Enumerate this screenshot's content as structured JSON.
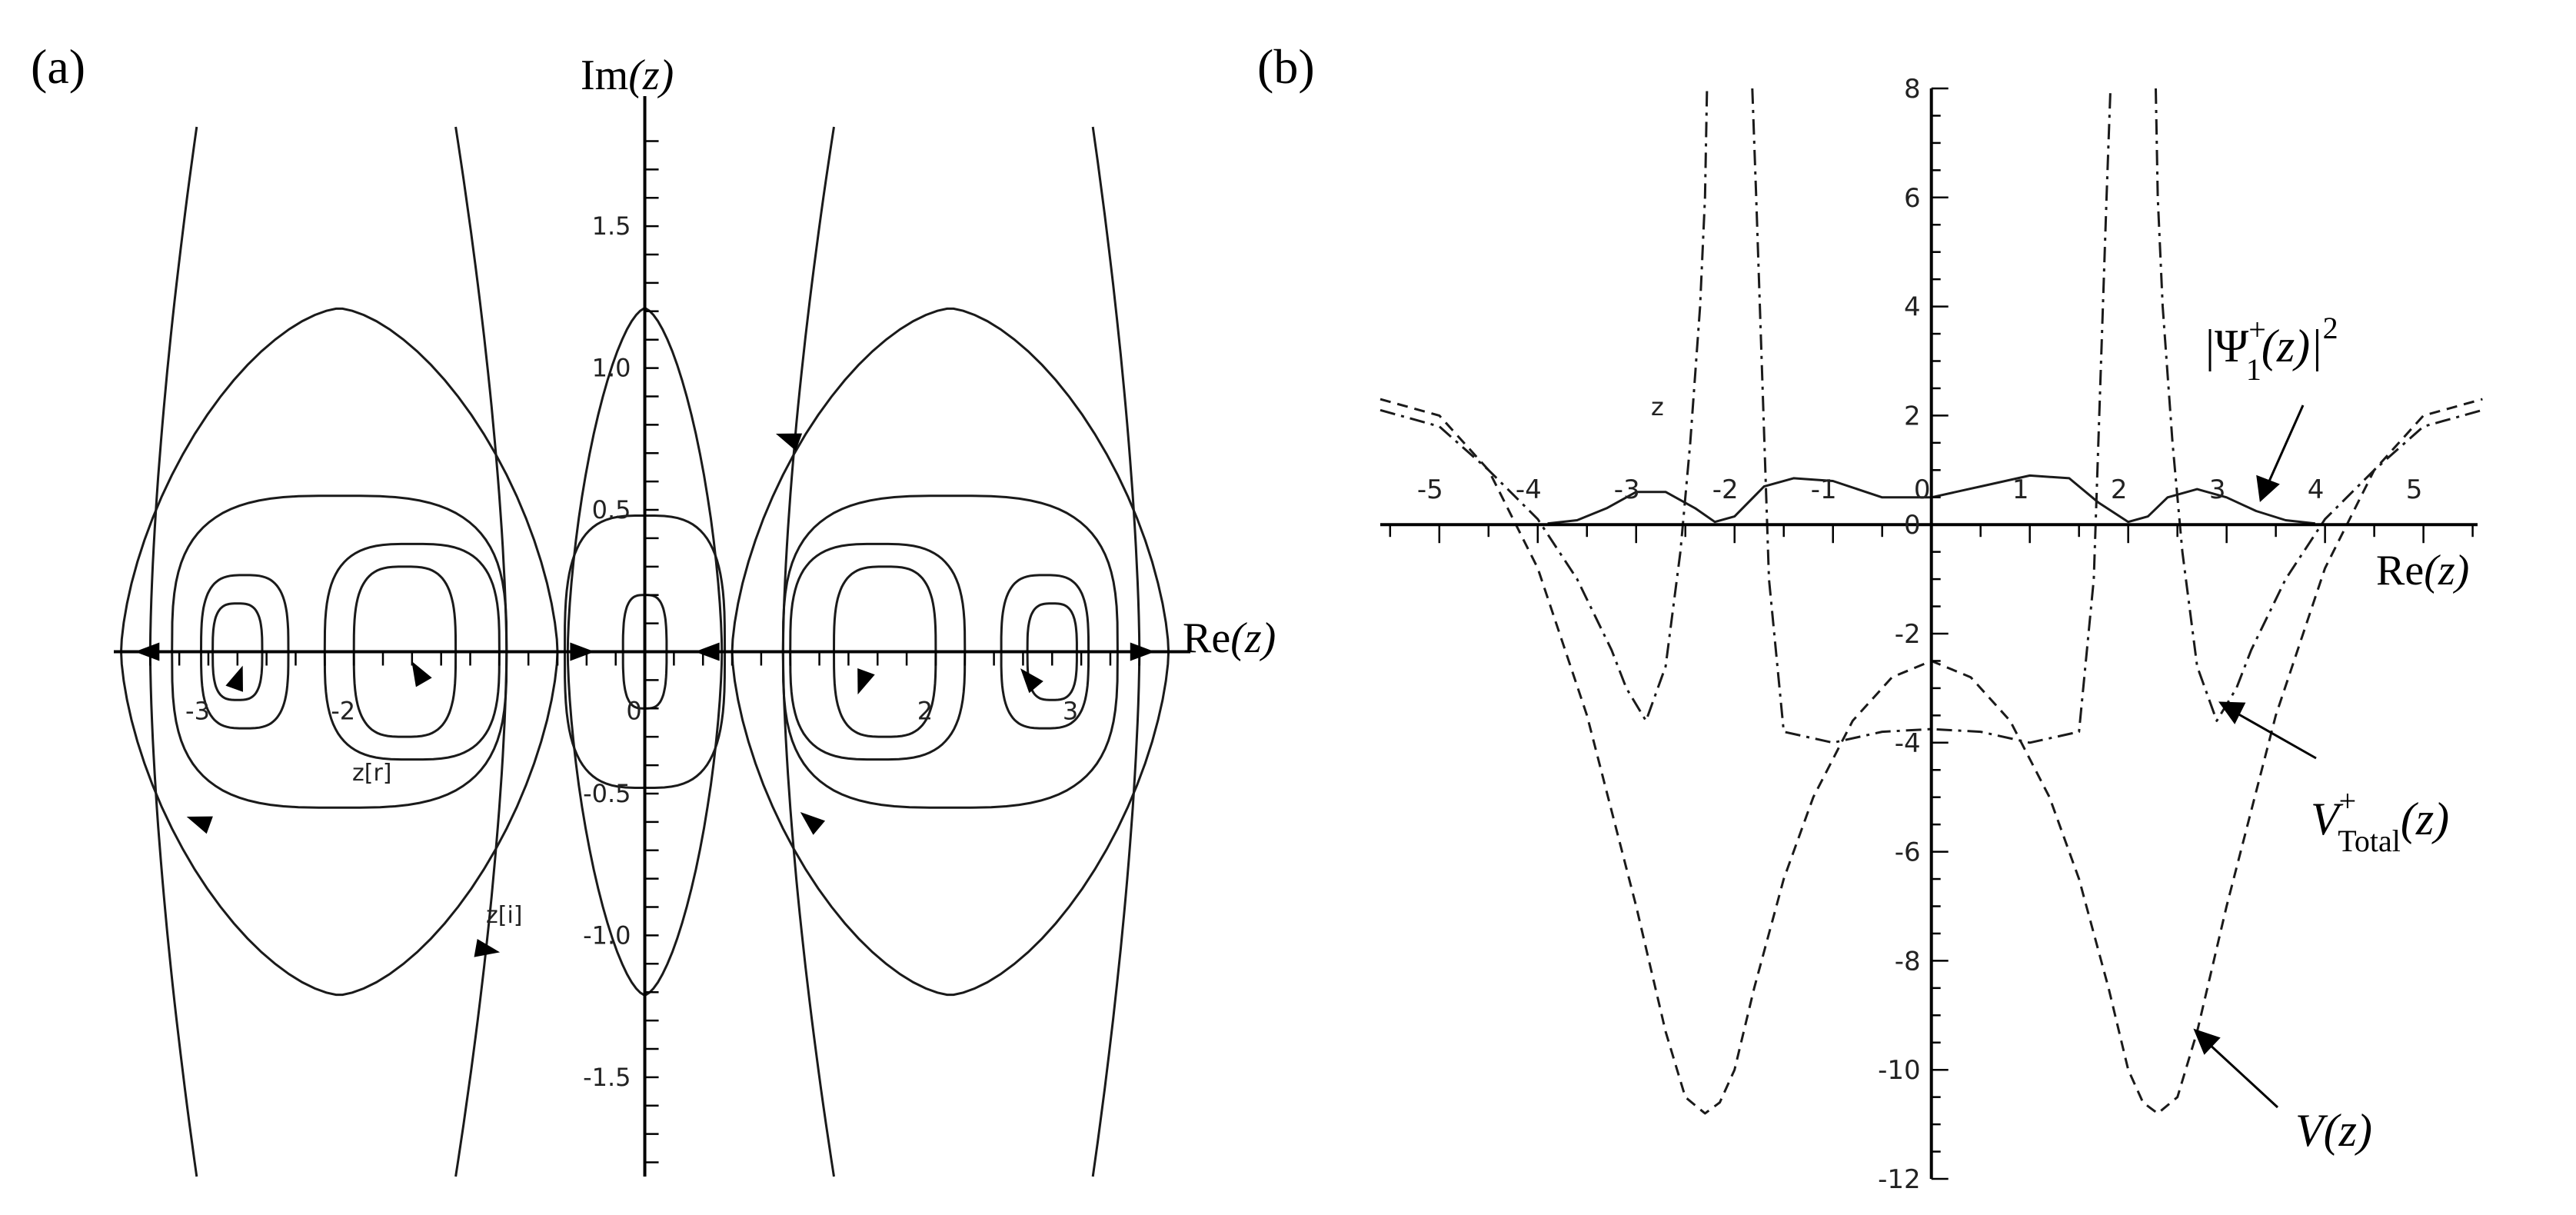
{
  "chart_data": [
    {
      "panel": "(a)",
      "type": "line",
      "xlabel_main": "Re",
      "xlabel_arg": "(z)",
      "ylabel_main": "Im",
      "ylabel_arg": "(z)",
      "xlim": [
        -3.65,
        3.75
      ],
      "ylim": [
        -1.85,
        1.85
      ],
      "x_ticks": [
        "-3",
        "-2",
        "0",
        "2",
        "3"
      ],
      "x_tick_values": [
        -3,
        -2,
        0,
        2,
        3
      ],
      "y_ticks": [
        "1.5",
        "1.0",
        "0.5",
        "-0.5",
        "-1.0",
        "-1.5"
      ],
      "y_tick_values": [
        1.5,
        1.0,
        0.5,
        -0.5,
        -1.0,
        -1.5
      ],
      "annotations": [
        "z[r]",
        "z[i]"
      ],
      "series": [
        {
          "kind": "closed",
          "cx": 0,
          "hw": 0.15,
          "hh": 0.2
        },
        {
          "kind": "closed",
          "cx": 0,
          "hw": 0.55,
          "hh": 0.48
        },
        {
          "kind": "lens",
          "cx": 0,
          "hw": 0.53,
          "hh": 1.21
        },
        {
          "kind": "closed",
          "cx": -2.8,
          "hw": 0.17,
          "hh": 0.17
        },
        {
          "kind": "closed",
          "cx": -2.75,
          "hw": 0.3,
          "hh": 0.27
        },
        {
          "kind": "closed",
          "cx": -1.65,
          "hw": 0.35,
          "hh": 0.3
        },
        {
          "kind": "closed",
          "cx": -1.6,
          "hw": 0.6,
          "hh": 0.38
        },
        {
          "kind": "closed",
          "cx": -2.1,
          "hw": 1.15,
          "hh": 0.55
        },
        {
          "kind": "lens",
          "cx": -2.1,
          "hw": 1.5,
          "hh": 1.21
        },
        {
          "kind": "closed",
          "cx": 2.8,
          "hw": 0.17,
          "hh": 0.17
        },
        {
          "kind": "closed",
          "cx": 2.75,
          "hw": 0.3,
          "hh": 0.27
        },
        {
          "kind": "closed",
          "cx": 1.65,
          "hw": 0.35,
          "hh": 0.3
        },
        {
          "kind": "closed",
          "cx": 1.6,
          "hw": 0.6,
          "hh": 0.38
        },
        {
          "kind": "closed",
          "cx": 2.1,
          "hw": 1.15,
          "hh": 0.55
        },
        {
          "kind": "lens",
          "cx": 2.1,
          "hw": 1.5,
          "hh": 1.21
        },
        {
          "kind": "open",
          "x_at_0": -3.4,
          "x_at_edge": -3.08
        },
        {
          "kind": "open",
          "x_at_0": -0.95,
          "x_at_edge": -1.3
        },
        {
          "kind": "open",
          "x_at_0": 0.95,
          "x_at_edge": 1.3
        },
        {
          "kind": "open",
          "x_at_0": 3.4,
          "x_at_edge": 3.08
        }
      ]
    },
    {
      "panel": "(b)",
      "type": "line",
      "xlabel_main": "Re",
      "xlabel_arg": "(z)",
      "z_tick_label": "z",
      "xlim": [
        -5.6,
        5.55
      ],
      "ylim": [
        -12,
        8
      ],
      "x_ticks": [
        "-5",
        "-4",
        "-3",
        "-2",
        "-1",
        "0",
        "1",
        "2",
        "3",
        "4",
        "5"
      ],
      "x_tick_values": [
        -5,
        -4,
        -3,
        -2,
        -1,
        0,
        1,
        2,
        3,
        4,
        5
      ],
      "y_ticks": [
        "8",
        "6",
        "4",
        "2",
        "0",
        "-2",
        "-4",
        "-6",
        "-8",
        "-10",
        "-12"
      ],
      "y_tick_values": [
        8,
        6,
        4,
        2,
        0,
        -2,
        -4,
        -6,
        -8,
        -10,
        -12
      ],
      "labels": {
        "psi": {
          "main": "|Ψ",
          "sub": "1",
          "sup": "+",
          "arg": "(z)|",
          "pow": "2"
        },
        "vtotal": {
          "main": "V",
          "sub": "Total",
          "sup": "+",
          "arg": "(z)"
        },
        "v": {
          "main": "V",
          "arg": "(z)"
        }
      },
      "series": [
        {
          "name": "V(z)",
          "style": "dashed",
          "x": [
            -5.6,
            -5.0,
            -4.5,
            -4.0,
            -3.5,
            -3.0,
            -2.7,
            -2.5,
            -2.3,
            -2.15,
            -2.0,
            -1.8,
            -1.5,
            -1.2,
            -0.8,
            -0.4,
            0,
            0.4,
            0.8,
            1.2,
            1.5,
            1.8,
            2.0,
            2.15,
            2.3,
            2.5,
            2.7,
            3.0,
            3.5,
            4.0,
            4.5,
            5.0,
            5.6
          ],
          "y": [
            2.3,
            2.0,
            1.0,
            -0.8,
            -3.5,
            -7.0,
            -9.3,
            -10.5,
            -10.8,
            -10.6,
            -10.0,
            -8.5,
            -6.5,
            -5.0,
            -3.6,
            -2.8,
            -2.5,
            -2.8,
            -3.6,
            -5.0,
            -6.5,
            -8.5,
            -10.0,
            -10.6,
            -10.8,
            -10.5,
            -9.3,
            -7.0,
            -3.5,
            -0.8,
            1.0,
            2.0,
            2.3
          ]
        },
        {
          "name": "V+Total(z)",
          "style": "dash-dot",
          "x": [
            -5.6,
            -5.0,
            -4.5,
            -4.0,
            -3.6,
            -3.25,
            -3.1,
            -2.9,
            -2.7,
            -2.55,
            -2.45,
            -2.35,
            -2.3,
            -2.28,
            -2.1,
            -2.0,
            -1.9,
            -1.82,
            -1.78,
            -1.65,
            -1.5,
            -1.0,
            -0.5,
            0,
            0.5,
            1.0,
            1.5,
            1.65,
            1.78,
            1.82,
            1.9,
            2.0,
            2.1,
            2.28,
            2.3,
            2.35,
            2.45,
            2.55,
            2.7,
            2.9,
            3.1,
            3.25,
            3.6,
            4.0,
            4.5,
            5.0,
            5.6
          ],
          "y": [
            2.1,
            1.8,
            1.0,
            0.1,
            -1.0,
            -2.3,
            -3.0,
            -3.6,
            -2.6,
            -0.5,
            1.5,
            4.0,
            6.0,
            8.0,
            null,
            null,
            null,
            8.0,
            6.0,
            -1.0,
            -3.8,
            -4.0,
            -3.8,
            -3.75,
            -3.8,
            -4.0,
            -3.8,
            -1.0,
            6.0,
            8.0,
            null,
            null,
            null,
            8.0,
            6.0,
            4.0,
            1.5,
            -0.5,
            -2.6,
            -3.6,
            -3.0,
            -2.3,
            -1.0,
            0.1,
            1.0,
            1.8,
            2.1
          ]
        },
        {
          "name": "|Ψ1+(z)|²",
          "style": "solid",
          "x": [
            -3.9,
            -3.6,
            -3.3,
            -3.0,
            -2.7,
            -2.4,
            -2.2,
            -2.0,
            -1.7,
            -1.4,
            -1.0,
            -0.5,
            0,
            0.5,
            1.0,
            1.4,
            1.7,
            2.0,
            2.2,
            2.4,
            2.7,
            3.0,
            3.3,
            3.6,
            3.9
          ],
          "y": [
            0.02,
            0.08,
            0.3,
            0.6,
            0.6,
            0.3,
            0.05,
            0.15,
            0.7,
            0.85,
            0.8,
            0.5,
            0.5,
            0.7,
            0.9,
            0.85,
            0.4,
            0.05,
            0.15,
            0.5,
            0.65,
            0.5,
            0.25,
            0.08,
            0.02
          ]
        }
      ]
    }
  ]
}
